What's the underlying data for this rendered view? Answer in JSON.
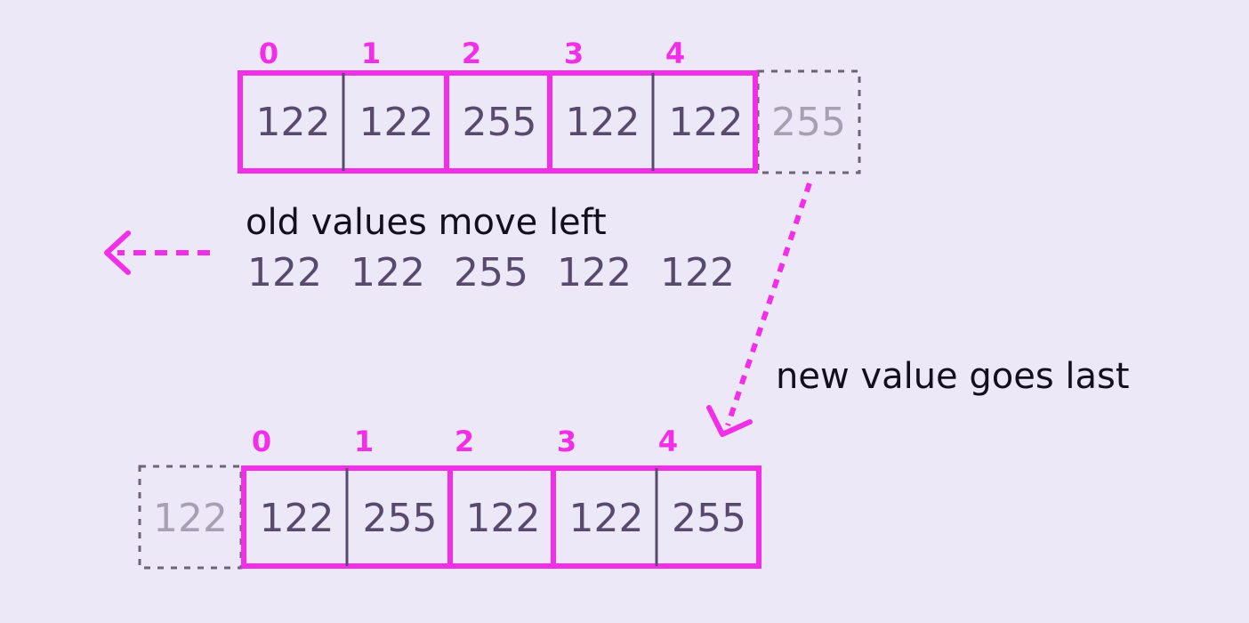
{
  "colors": {
    "accent": "#f22ee8",
    "text": "#584a6c",
    "ghost": "#a79fb3",
    "caption": "#140f1c",
    "dashed_border": "#6e6478",
    "background": "#ece8f8"
  },
  "top_array": {
    "indices": [
      "0",
      "1",
      "2",
      "3",
      "4"
    ],
    "cells": [
      "122",
      "122",
      "255",
      "122",
      "122"
    ],
    "incoming": "255"
  },
  "shift_caption": "old values move left",
  "shift_sequence": [
    "122",
    "122",
    "255",
    "122",
    "122"
  ],
  "new_value_caption": "new value goes last",
  "bottom_array": {
    "indices": [
      "0",
      "1",
      "2",
      "3",
      "4"
    ],
    "evicted": "122",
    "cells": [
      "122",
      "255",
      "122",
      "122",
      "255"
    ]
  }
}
